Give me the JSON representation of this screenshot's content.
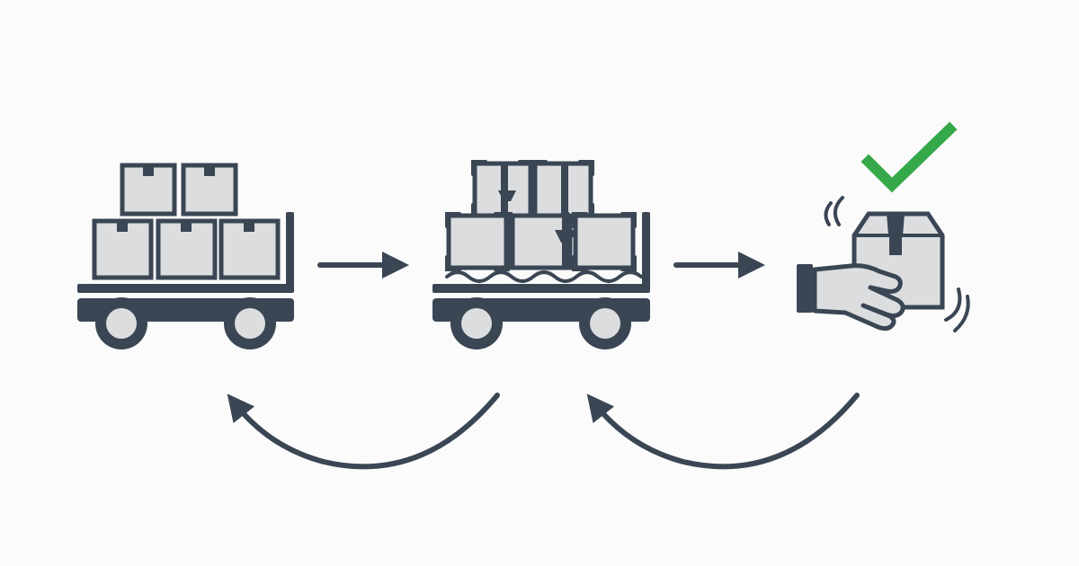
{
  "colors": {
    "background": "#fbfbfb",
    "icon": "#3a4654",
    "box_fill": "#dcdddf",
    "check": "#35a84a"
  },
  "icons": [
    "cart-with-boxes-icon",
    "cart-with-protected-boxes-icon",
    "hand-receiving-box-icon",
    "checkmark-icon"
  ],
  "flow": [
    {
      "from": "cart-with-boxes-icon",
      "to": "cart-with-protected-boxes-icon",
      "style": "straight"
    },
    {
      "from": "cart-with-protected-boxes-icon",
      "to": "hand-receiving-box-icon",
      "style": "straight"
    },
    {
      "from": "cart-with-protected-boxes-icon",
      "to": "cart-with-boxes-icon",
      "style": "curved-return"
    },
    {
      "from": "hand-receiving-box-icon",
      "to": "cart-with-protected-boxes-icon",
      "style": "curved-return"
    }
  ]
}
